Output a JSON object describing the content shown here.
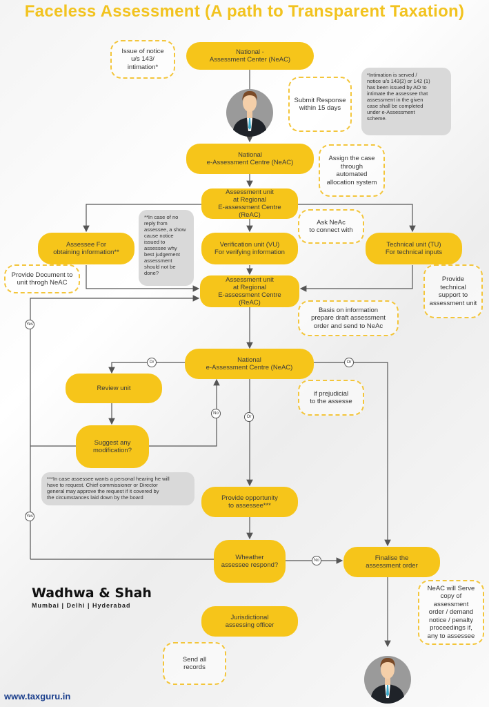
{
  "title": "Faceless Assessment (A path to Transparent Taxation)",
  "boxes": {
    "neac_top": "National -\nAssessment Center (NeAC)",
    "neac_2": "National\ne-Assessment Centre (NeAC)",
    "reac_1": "Assessment unit\nat Regional\nE-assessment Centre\n(ReAC)",
    "assessee_info": "Assessee For\nobtaining information**",
    "vu": "Verification unit (VU)\nFor verifying information",
    "tu": "Technical unit (TU)\nFor technical inputs",
    "reac_2": "Assessment unit\nat Regional\nE-assessment Centre\n(ReAC)",
    "neac_3": "National\ne-Assessment Centre (NeAC)",
    "review": "Review unit",
    "suggest": "Suggest any\nmodification?",
    "opportunity": "Provide opportunity\nto assessee***",
    "respond": "Wheather\nassessee respond?",
    "finalise": "Finalise the\nassessment order",
    "jao": "Jurisdictional\nassessing officer"
  },
  "dashed": {
    "issue_notice": "Issue of notice\nu/s 143/\nintimation*",
    "submit_response": "Submit Response\nwithin 15 days",
    "assign_case": "Assign the case\nthrough\nautomated\nallocation system",
    "ask_neac": "Ask NeAc\nto connect with",
    "provide_doc": "Provide Document to\nunit throgh NeAC",
    "tech_support": "Provide\ntechnical\nsupport to\nassessment unit",
    "draft_order": "Basis on information\nprepare draft assessment\norder and send to NeAc",
    "prejudicial": "if prejudicial\nto the assesse",
    "serve_copy": "NeAC will Serve\ncopy of\nassessment\norder / demand\nnotice / penalty\nproceedings if,\nany to assessee",
    "send_records": "Send all\nrecords"
  },
  "notes": {
    "intimation": "*Intimation is served /\nnotice u/s 143(2) or 142 (1)\nhas been issued by AO to\nintimate the assessee that\nassessment in the given\ncase shall be completed\nunder e-Assessment\nscheme.",
    "no_reply": "**In case of no\nreply from\nassessee, a show\ncause notice\nissued to\nassessee why\nbest judgement\nassessment\nshould not be\ndone?",
    "hearing": "***In case assessee wants a personal hearing he will\nhave to request. Chief commissioner or Director\ngeneral may approve the request if it covered by\nthe circumstances laid down by the board"
  },
  "circles": {
    "or1": "Or",
    "or2": "Or",
    "or3": "Or",
    "yes1": "Yes",
    "yes2": "Yes",
    "no1": "No",
    "no2": "No"
  },
  "brand": {
    "name": "Wadhwa & Shah",
    "cities": "Mumbai  |  Delhi  |  Hyderabad"
  },
  "site": "www.taxguru.in",
  "colors": {
    "accent": "#f6c51a",
    "title": "#f2c31f",
    "line": "#555555"
  },
  "icons": [
    "person-avatar-icon"
  ]
}
